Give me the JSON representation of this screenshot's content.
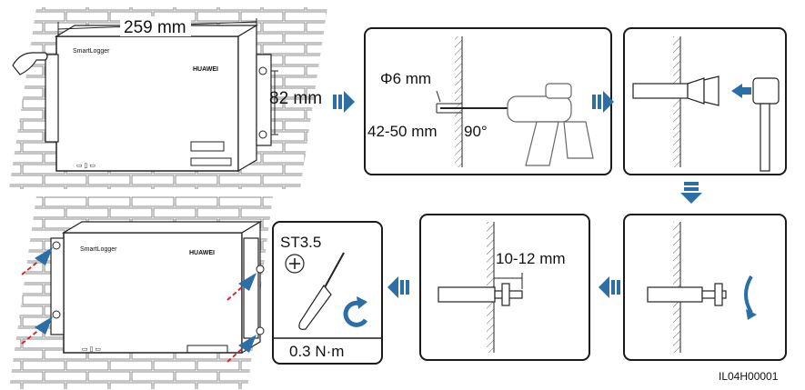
{
  "mount": {
    "width_label": "259 mm",
    "hole_spacing_label": "82 mm",
    "brand": "HUAWEI",
    "model": "SmartLogger",
    "port_marks": "▭ ▯ ▭"
  },
  "drill": {
    "hole_diameter_label": "Φ6 mm",
    "hole_depth_label": "42-50 mm",
    "angle_label": "90°"
  },
  "expansion": {
    "protrusion_label": "10-12 mm"
  },
  "screw": {
    "type_label": "ST3.5",
    "torque_label": "0.3 N·m"
  },
  "figure_id": "IL04H00001",
  "colors": {
    "arrow_blue": "#2b6fa6",
    "brick_line": "#8c8c8c",
    "device_outline": "#222222",
    "screw_tip_red": "#d8262b",
    "panel_border": "#1a1a1a"
  }
}
